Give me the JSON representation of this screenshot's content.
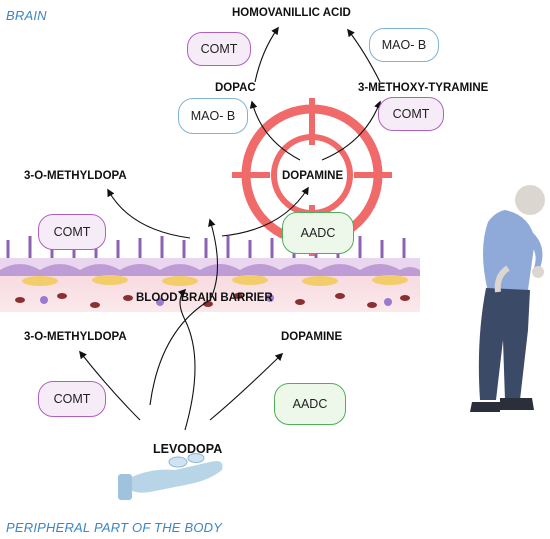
{
  "regions": {
    "brain": "BRAIN",
    "peripheral": "PERIPHERAL PART OF THE BODY"
  },
  "metabolites": {
    "homovanillic_acid": "HOMOVANILLIC ACID",
    "dopac": "DOPAC",
    "methoxytyramine": "3-METHOXY-TYRAMINE",
    "brain_omd": "3-O-METHYLDOPA",
    "brain_dopamine": "DOPAMINE",
    "bbb": "BLOOD BRAIN BARRIER",
    "periph_omd": "3-O-METHYLDOPA",
    "periph_dopamine": "DOPAMINE",
    "levodopa": "LEVODOPA"
  },
  "enzymes": {
    "comt_dopac": "COMT",
    "mao_top": "MAO- B",
    "mao_dopac": "MAO- B",
    "comt_mt": "COMT",
    "comt_brain": "COMT",
    "aadc_brain": "AADC",
    "comt_periph": "COMT",
    "aadc_periph": "AADC"
  },
  "colors": {
    "region_blue": "#3a86c8",
    "comt_purple": "#b060c0",
    "mao_blue": "#7fb2d8",
    "aadc_green": "#4fae5a",
    "target_red": "#ef5a5a"
  }
}
